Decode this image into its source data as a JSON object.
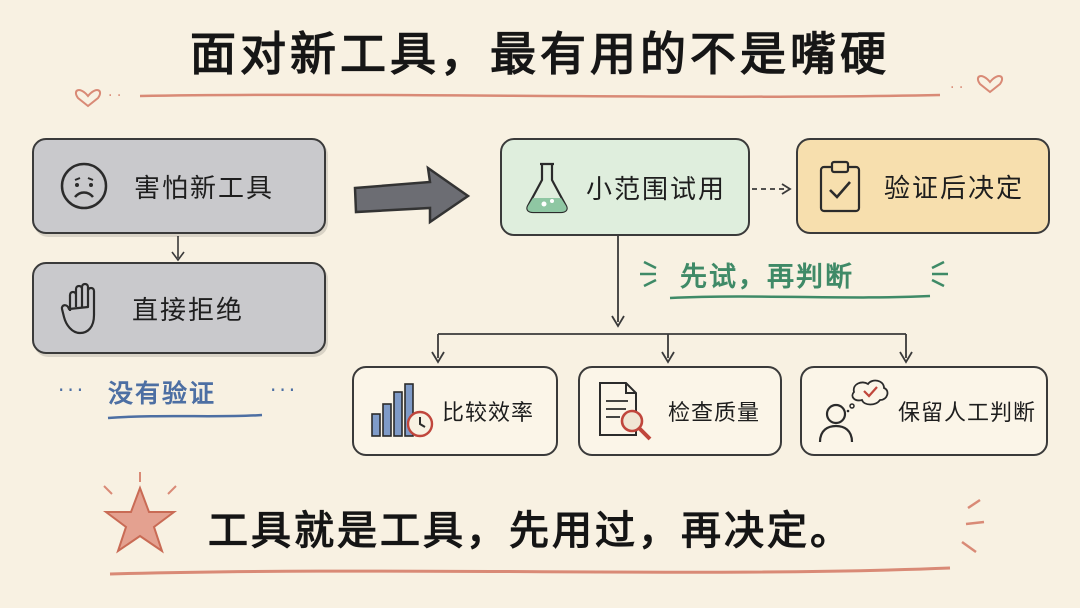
{
  "title": "面对新工具，最有用的不是嘴硬",
  "left": {
    "fear_label": "害怕新工具",
    "reject_label": "直接拒绝",
    "note": "没有验证"
  },
  "flow": {
    "trial_label": "小范围试用",
    "decide_label": "验证后决定",
    "note": "先试，再判断",
    "outcomes": [
      {
        "label": "比较效率",
        "icon": "chart-clock-icon"
      },
      {
        "label": "检查质量",
        "icon": "document-magnifier-icon"
      },
      {
        "label": "保留人工判断",
        "icon": "person-thought-icon"
      }
    ]
  },
  "footer": "工具就是工具，先用过，再决定。",
  "colors": {
    "gray_box": "#c9c9cc",
    "green_box": "#dfeedd",
    "yellow_box": "#f7dfae",
    "green_note": "#3f8a67",
    "blue_note": "#4d6fa3",
    "underline_red": "#d98a76",
    "background": "#f8f1e2"
  }
}
